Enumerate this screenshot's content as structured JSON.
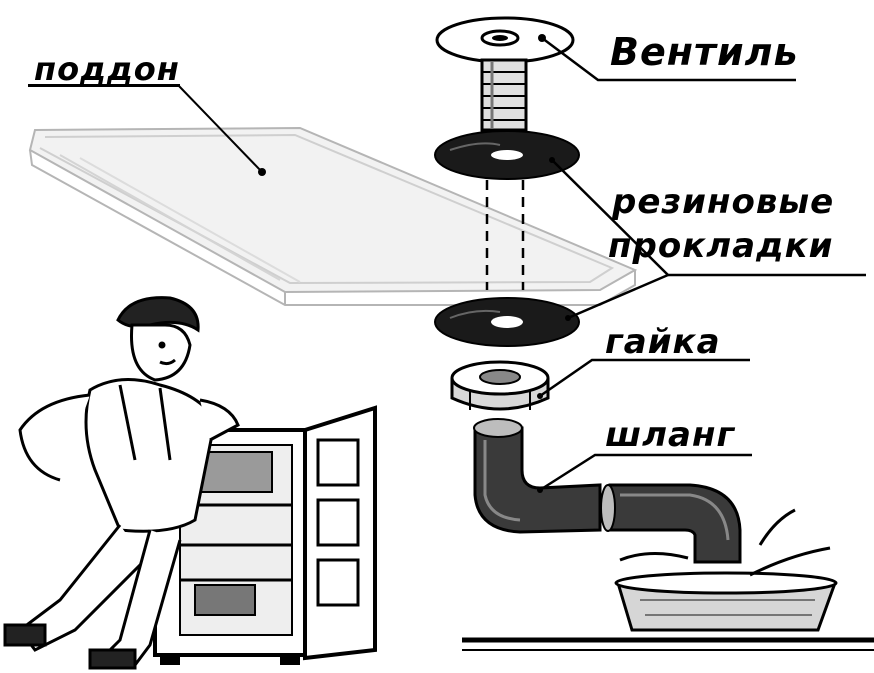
{
  "labels": {
    "tray": "поддон",
    "valve": "Вентиль",
    "gaskets_line1": "резиновые",
    "gaskets_line2": "прокладки",
    "nut": "гайка",
    "hose": "шланг"
  },
  "colors": {
    "ink": "#000000",
    "paper": "#ffffff",
    "tray_grey": "#bdbdbd",
    "hose_dark": "#2a2a2a"
  }
}
